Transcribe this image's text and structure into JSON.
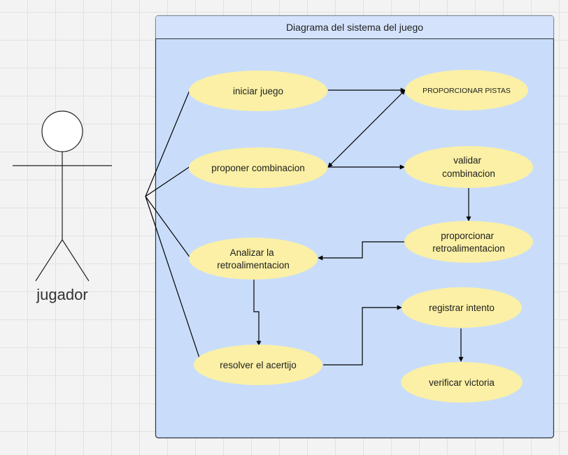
{
  "system": {
    "title": "Diagrama del sistema del juego"
  },
  "actor": {
    "name": "jugador"
  },
  "use_cases": {
    "iniciar": [
      "iniciar juego"
    ],
    "pistas": [
      "PROPORCIONAR PISTAS"
    ],
    "proponer": [
      "proponer combinacion"
    ],
    "validar": [
      "validar",
      "combinacion"
    ],
    "retro": [
      "proporcionar",
      "retroalimentacion"
    ],
    "analizar": [
      "Analizar la",
      "retroalimentacion"
    ],
    "registrar": [
      "registrar intento"
    ],
    "resolver": [
      "resolver el acertijo"
    ],
    "verificar": [
      "verificar victoria"
    ]
  },
  "colors": {
    "system_fill": "#c9ddfb",
    "system_header": "#d4e3fb",
    "system_border": "#2e3440",
    "use_case_fill": "#fbf0a5",
    "actor_fill": "#ffffff",
    "line": "#000000"
  }
}
